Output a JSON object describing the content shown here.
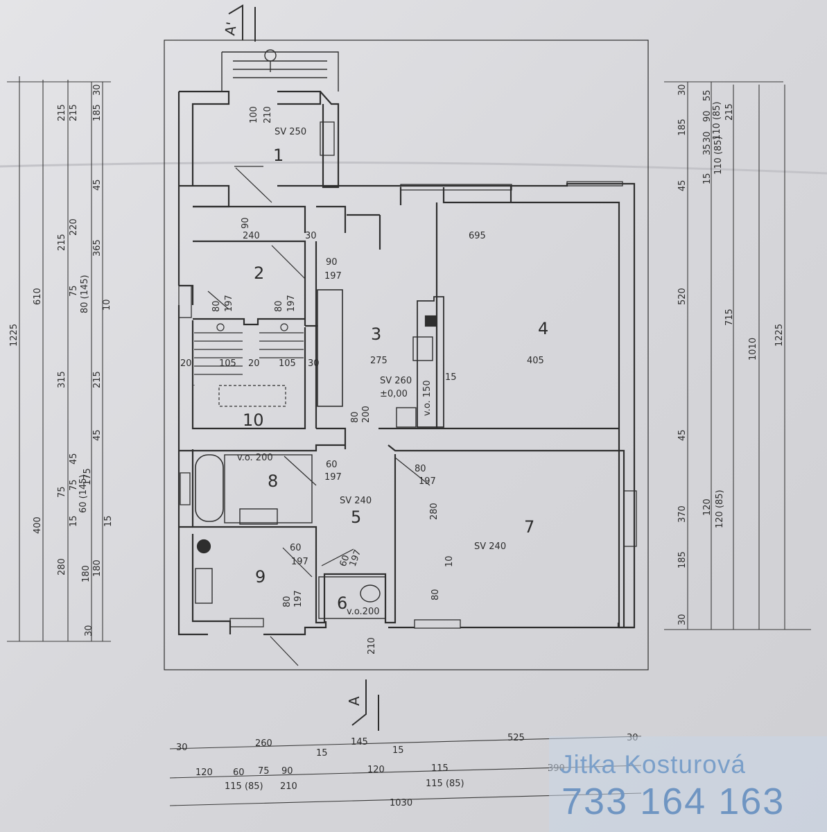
{
  "rooms": [
    "1",
    "2",
    "3",
    "4",
    "5",
    "6",
    "7",
    "8",
    "9",
    "10"
  ],
  "room_notes": {
    "r1": "SV 250",
    "r3_sv": "SV 260",
    "r3_level": "±0,00",
    "r3_vo": "v.o. 150",
    "r5": "SV 240",
    "r7": "SV 240",
    "r8": "v.o. 200",
    "r6": "v.o.200"
  },
  "door_labels": {
    "d_entry_w": "100",
    "d_entry_h": "210",
    "d_hall_w": "90",
    "d_hall_h": "197",
    "d_stair1_w": "80",
    "d_stair1_h": "197",
    "d_stair2_w": "80",
    "d_stair2_h": "197",
    "d_bath_w": "60",
    "d_bath_h": "197",
    "d_room7_w": "80",
    "d_room7_h": "197",
    "d_room9_w": "60",
    "d_room9_h": "197",
    "d_wc_w": "60",
    "d_wc_h": "197",
    "d_room9b_w": "80",
    "d_room9b_h": "197",
    "d_kitchen_w": "80",
    "d_kitchen_h": "200",
    "d_90": "90",
    "d_210": "210"
  },
  "interior_dims": {
    "a": "240",
    "b": "30",
    "c": "695",
    "d": "105",
    "e": "105",
    "f": "30",
    "g": "20",
    "h": "20",
    "i": "275",
    "j": "405",
    "k": "15",
    "l": "280",
    "m": "10",
    "n": "80"
  },
  "left_dims": {
    "col1": [
      "1225"
    ],
    "col2": [
      "610",
      "400"
    ],
    "col3": [
      "215",
      "215",
      "315",
      "75",
      "280"
    ],
    "col4": [
      "215",
      "220",
      "75",
      "80 (145)",
      "45",
      "75",
      "60 (145)",
      "15",
      "180"
    ],
    "col5": [
      "185",
      "45",
      "365",
      "10",
      "215",
      "45",
      "175",
      "15",
      "180",
      "30",
      "30"
    ]
  },
  "right_dims": {
    "col1": [
      "30",
      "185",
      "45",
      "520",
      "45",
      "370",
      "185",
      "30"
    ],
    "col2": [
      "55",
      "90",
      "110 (85)",
      "35",
      "30",
      "110 (85)",
      "15",
      "120",
      "120 (85)"
    ],
    "col3": [
      "215",
      "715"
    ],
    "col4": [
      "1010"
    ],
    "col5": [
      "1225"
    ]
  },
  "bottom_dims": {
    "row1": [
      "30",
      "260",
      "15",
      "145",
      "15",
      "525",
      "30"
    ],
    "row2": [
      "120",
      "60",
      "75",
      "90",
      "120",
      "115",
      "390"
    ],
    "row2b": [
      "115 (85)",
      "210",
      "115 (85)"
    ],
    "row3": [
      "1030"
    ]
  },
  "section_marks": [
    "A'",
    "A"
  ],
  "watermark": {
    "name": "Jitka Kosturová",
    "phone": "733 164 163"
  }
}
